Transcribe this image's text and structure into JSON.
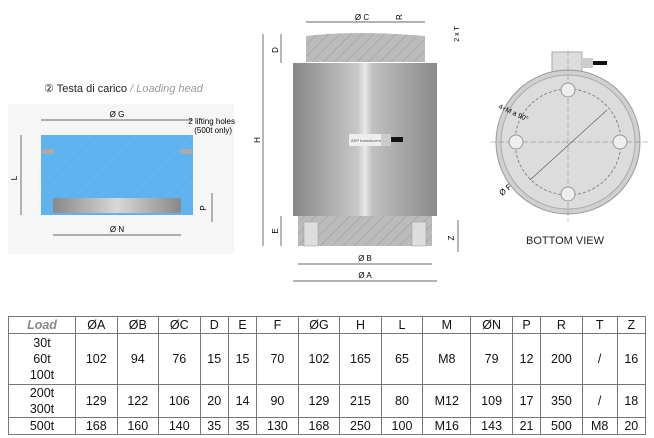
{
  "loading_head": {
    "number": "②",
    "title_it": "Testa di carico",
    "separator": " / ",
    "title_en": "Loading head",
    "note_line1": "2 lifting holes",
    "note_line2": "(500t only)",
    "dims": {
      "G": "Ø G",
      "N": "Ø N",
      "L": "L",
      "P": "P"
    }
  },
  "side_view": {
    "dims": {
      "C": "Ø C",
      "R": "R",
      "T": "2 x T",
      "D": "D",
      "H": "H",
      "E": "E",
      "Z": "Z",
      "B": "Ø B",
      "A": "Ø A"
    },
    "connector_label": "AEP transducers"
  },
  "bottom_view": {
    "label": "BOTTOM VIEW",
    "holes_label": "4÷M a 90°",
    "F": "Ø F"
  },
  "table": {
    "headers": [
      "Load",
      "ØA",
      "ØB",
      "ØC",
      "D",
      "E",
      "F",
      "ØG",
      "H",
      "L",
      "M",
      "ØN",
      "P",
      "R",
      "T",
      "Z"
    ],
    "rows": [
      {
        "load": [
          "30t",
          "60t",
          "100t"
        ],
        "values": [
          "102",
          "94",
          "76",
          "15",
          "15",
          "70",
          "102",
          "165",
          "65",
          "M8",
          "79",
          "12",
          "200",
          "/",
          "16"
        ]
      },
      {
        "load": [
          "200t",
          "300t"
        ],
        "values": [
          "129",
          "122",
          "106",
          "20",
          "14",
          "90",
          "129",
          "215",
          "80",
          "M12",
          "109",
          "17",
          "350",
          "/",
          "18"
        ]
      },
      {
        "load": [
          "500t"
        ],
        "values": [
          "168",
          "160",
          "140",
          "35",
          "35",
          "130",
          "168",
          "250",
          "100",
          "M16",
          "143",
          "21",
          "500",
          "M8",
          "20"
        ]
      }
    ]
  }
}
